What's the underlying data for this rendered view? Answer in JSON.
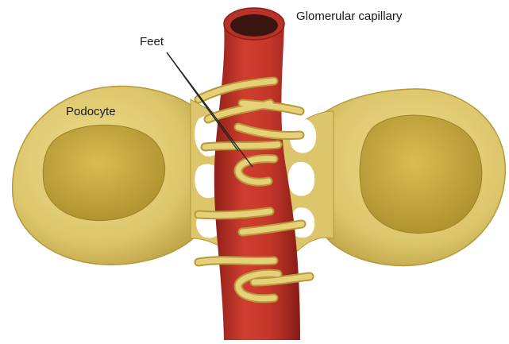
{
  "labels": {
    "capillary": "Glomerular capillary",
    "feet": "Feet",
    "podocyte": "Podocyte"
  },
  "colors": {
    "podocyte_body": "#dcc56a",
    "podocyte_edge": "#b59a3a",
    "nucleus": "#c2a63e",
    "capillary": "#c9372b",
    "capillary_dark": "#9e241b",
    "lumen": "#3a1512",
    "foot": "#d9bf5c"
  }
}
